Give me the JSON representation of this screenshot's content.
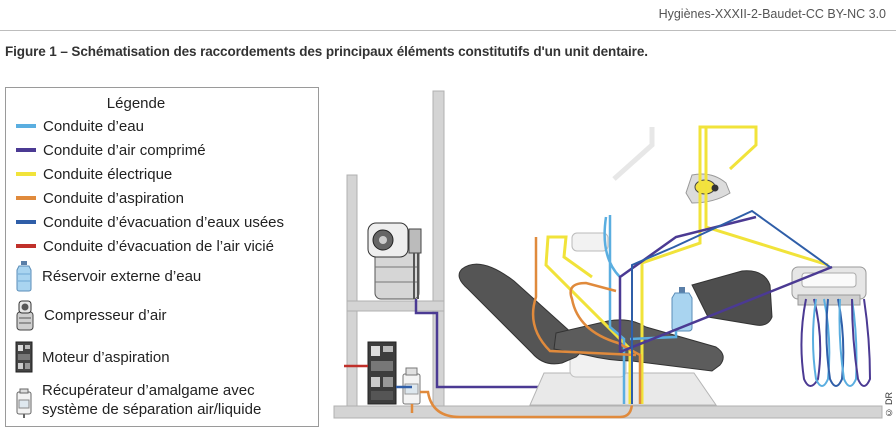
{
  "source": "Hygiènes-XXXII-2-Baudet-CC BY-NC 3.0",
  "figure_title": "Figure 1 – Schématisation des raccordements des principaux éléments constitutifs d'un unit dentaire.",
  "legend": {
    "title": "Légende",
    "lines": [
      {
        "label": "Conduite d’eau",
        "color": "#5aaee0"
      },
      {
        "label": "Conduite d’air comprimé",
        "color": "#4b3a93"
      },
      {
        "label": "Conduite électrique",
        "color": "#f1e33a"
      },
      {
        "label": "Conduite d’aspiration",
        "color": "#e08a3c"
      },
      {
        "label": "Conduite d’évacuation d’eaux usées",
        "color": "#2f5ea8"
      },
      {
        "label": "Conduite d’évacuation de l’air vicié",
        "color": "#c0302a"
      }
    ],
    "icons": [
      {
        "label": "Réservoir externe d’eau",
        "icon": "water-bottle-icon"
      },
      {
        "label": "Compresseur d’air",
        "icon": "compressor-icon"
      },
      {
        "label": "Moteur d’aspiration",
        "icon": "suction-motor-icon"
      }
    ],
    "amalgam_line1": "Récupérateur d’amalgame avec",
    "amalgam_line2": "système de séparation air/liquide"
  },
  "credit": "© DR"
}
